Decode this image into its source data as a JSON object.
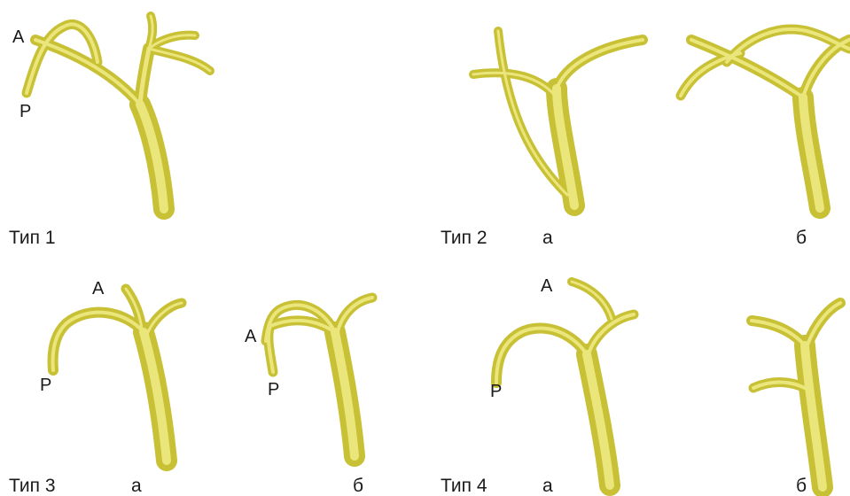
{
  "colors": {
    "vessel": "#e3de5c",
    "vessel_light": "#f2ee9a",
    "vessel_shadow": "#b8b026",
    "text": "#1a1a1a"
  },
  "panels": {
    "type1": {
      "title": "Тип 1",
      "markers": {
        "a": "A",
        "p": "P"
      }
    },
    "type2": {
      "title": "Тип 2",
      "sub_a": "а",
      "sub_b": "б"
    },
    "type3": {
      "title": "Тип 3",
      "sub_a": "а",
      "sub_b": "б",
      "markers_a": {
        "a": "A",
        "p": "P"
      },
      "markers_b": {
        "a": "A",
        "p": "P"
      }
    },
    "type4": {
      "title": "Тип 4",
      "sub_a": "а",
      "sub_b": "б",
      "markers_a": {
        "a": "A",
        "p": "P"
      }
    }
  }
}
